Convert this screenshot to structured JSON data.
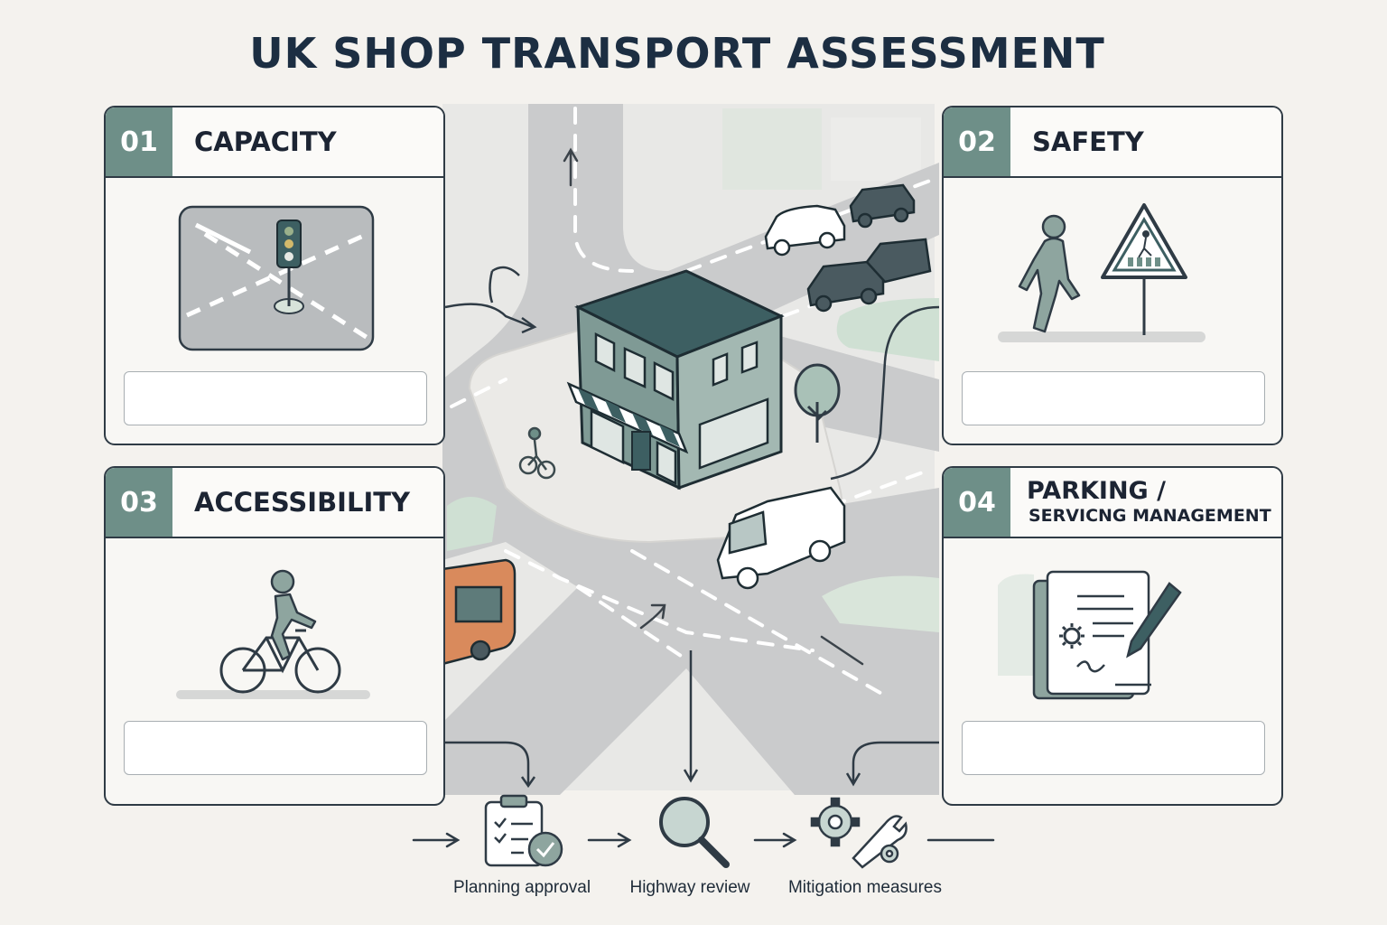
{
  "title": "UK SHOP TRANSPORT ASSESSMENT",
  "cards": [
    {
      "number": "01",
      "title": "CAPACITY",
      "icon": "traffic-light-icon"
    },
    {
      "number": "02",
      "title": "SAFETY",
      "icon": "pedestrian-crossing-icon"
    },
    {
      "number": "03",
      "title": "ACCESSIBILITY",
      "icon": "cyclist-icon"
    },
    {
      "number": "04",
      "title_line1": "PARKING /",
      "title_line2": "SERVICNG MANAGEMENT",
      "icon": "document-pen-icon"
    }
  ],
  "process": [
    {
      "label": "Planning approval",
      "icon": "clipboard-check-icon"
    },
    {
      "label": "Highway review",
      "icon": "magnifier-icon"
    },
    {
      "label": "Mitigation measures",
      "icon": "gear-wrench-icon"
    }
  ],
  "colors": {
    "accent": "#6e8f88",
    "title": "#1c2e42",
    "road": "#c9cacb",
    "green": "#cfe0d3"
  }
}
